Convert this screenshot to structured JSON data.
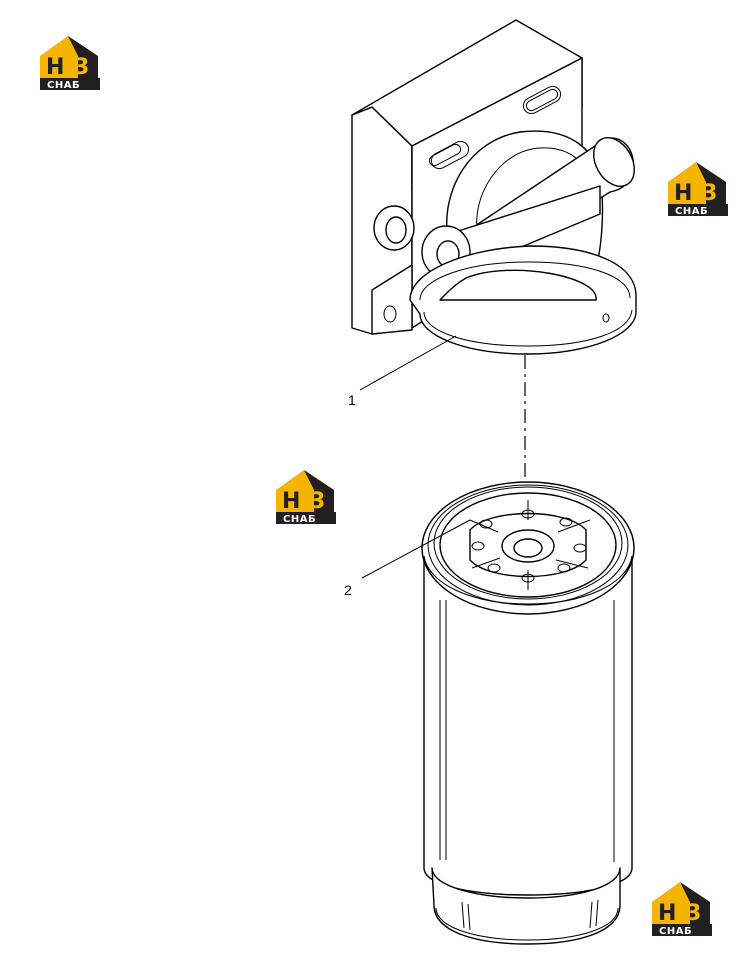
{
  "callouts": [
    {
      "id": "1",
      "label": "1"
    },
    {
      "id": "2",
      "label": "2"
    }
  ],
  "watermark": {
    "monogram_left": "H",
    "monogram_right": "3",
    "word": "СНАБ",
    "accent_color": "#F5B400",
    "dark_color": "#231F20",
    "icon": "house-logo-icon"
  }
}
